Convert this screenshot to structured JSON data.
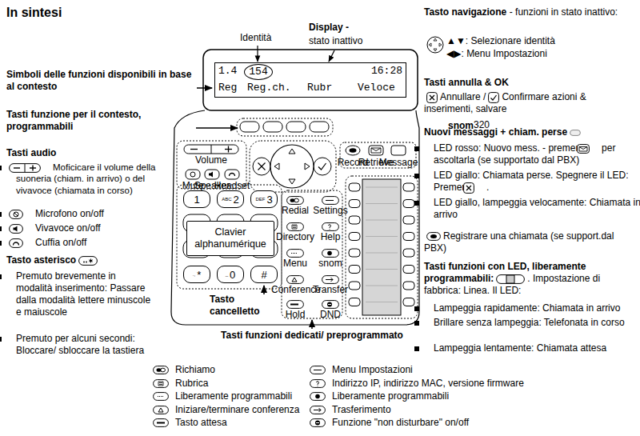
{
  "diagram": {
    "title": "In sintesi",
    "nodes": [
      {
        "text": [
          "1.4",
          "16:28",
          "Reg",
          "Reg.ch.",
          "Rubr",
          "Veloce"
        ]
      },
      {
        "text": [
          "154"
        ],
        "in": 0
      },
      {
        "text": [
          "1"
        ]
      },
      {
        "text": [
          "ABC",
          "2"
        ]
      },
      {
        "text": [
          "DEF",
          "3"
        ]
      },
      {
        "text": [
          ".,",
          "*"
        ]
      },
      {
        "text": [
          "_",
          "0"
        ]
      },
      {
        "text": [
          "#"
        ]
      },
      {
        "text": [
          "Clavier alphanumérique"
        ]
      }
    ],
    "labels": [
      "Simboli delle funzioni disponibili in base al contesto",
      "Tasti funzione per il contesto, programmabili",
      "Tasti audio",
      "Moficicare il volume della suoneria (chiam. in arrivo) o del vivavoce (chiamata in corso)",
      "Microfono on/off",
      "Vivavoce on/off",
      "Cuffia on/off",
      "Tasto asterisco",
      "Premuto brevemente in modalità inserimento: Passare dalla modalità lettere minuscole e maiuscole",
      "Premuto per alcuni secondi: Bloccare/ sbloccare la tastiera",
      "Identità",
      "Display -",
      "stato inattivo",
      "Tasto cancelletto",
      "Tasti funzioni dedicati/ preprogrammato",
      "snom",
      "320",
      "Volume",
      "Mute",
      "Speaker",
      "Headset",
      "Record",
      "Retrieve",
      "Message",
      "Redial",
      "Settings",
      "Directory",
      "Help",
      "Menu",
      "snom",
      "Conference",
      "Transfer",
      "Hold",
      "DND",
      "Tasto navigazione",
      "- funzioni in stato inattivo:",
      "▲▼: Selezionare identità",
      "◀▶: Menu Impostazioni",
      "Tasti annulla & OK",
      "Annullare /",
      "Confirmare azioni & inserimenti, salvare",
      "Nuovi messaggi + chiam. perse",
      "LED rosso: Nuovo mess. - premere",
      "per ascoltarla",
      "(se supportato dal PBX)",
      "LED giallo: Chiamata perse. Spegnere il LED: Premere",
      ".",
      "LED giallo, lampeggia velocamente: Chiamata in arrivo",
      "Registrare una chiamata (se support.dal PBX)",
      "Tasti funzioni con LED, liberamente programmabili:",
      ". Impostazione di fabbrica: Linea. Il LED:",
      "Lampeggia rapidamente: Chiamata in arrivo",
      "Brillare senza lampeggia: Telefonata in corso",
      "Lampeggia lentamente: Chiamata attesa"
    ],
    "legend": [
      {
        "text": "Richiamo"
      },
      {
        "text": "Rubrica"
      },
      {
        "text": "Liberamente programmabili"
      },
      {
        "text": "Iniziare/terminare conferenza"
      },
      {
        "text": "Tasto attesa"
      },
      {
        "text": "Menu Impostazioni"
      },
      {
        "text": "Indirizzo IP, indirizzo MAC, versione firmware"
      },
      {
        "text": "Liberamente programmabili"
      },
      {
        "text": "Trasferimento"
      },
      {
        "text": "Funzione \"non disturbare\" on/off"
      }
    ]
  }
}
